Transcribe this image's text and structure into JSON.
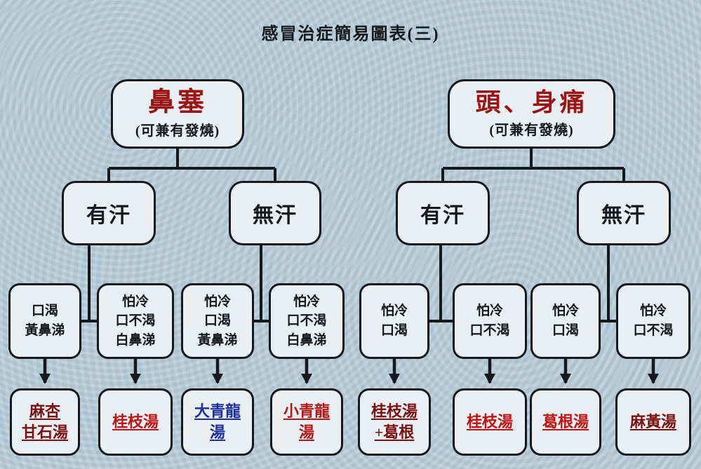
{
  "title": "感冒治症簡易圖表(三)",
  "colors": {
    "root_label": "#9c1313",
    "line": "#15181c",
    "dark_red": "#7a1010",
    "red": "#c01414",
    "blue": "#1d2f9e"
  },
  "tree": {
    "roots": [
      {
        "label": "鼻塞",
        "sub": "(可兼有發燒)"
      },
      {
        "label": "頭、身痛",
        "sub": "(可兼有發燒)"
      }
    ],
    "branches": [
      {
        "label": "有汗"
      },
      {
        "label": "無汗"
      },
      {
        "label": "有汗"
      },
      {
        "label": "無汗"
      }
    ],
    "symptoms": [
      {
        "label": "口渴\n黃鼻涕"
      },
      {
        "label": "怕冷\n口不渴\n白鼻涕"
      },
      {
        "label": "怕冷\n口渴\n黃鼻涕"
      },
      {
        "label": "怕冷\n口不渴\n白鼻涕"
      },
      {
        "label": "怕冷\n口渴"
      },
      {
        "label": "怕冷\n口不渴"
      },
      {
        "label": "怕冷\n口渴"
      },
      {
        "label": "怕冷\n口不渴"
      }
    ],
    "formulas": [
      {
        "label": "麻杏\n甘石湯",
        "color": "#7a1010"
      },
      {
        "label": "桂枝湯",
        "color": "#c01414"
      },
      {
        "label": "大青龍\n湯",
        "color": "#1d2f9e"
      },
      {
        "label": "小青龍\n湯",
        "color": "#b01818"
      },
      {
        "label": "桂枝湯\n+葛根",
        "color": "#7a1010"
      },
      {
        "label": "桂枝湯",
        "color": "#c01414"
      },
      {
        "label": "葛根湯",
        "color": "#c01414"
      },
      {
        "label": "麻黃湯",
        "color": "#7a1010"
      }
    ]
  }
}
